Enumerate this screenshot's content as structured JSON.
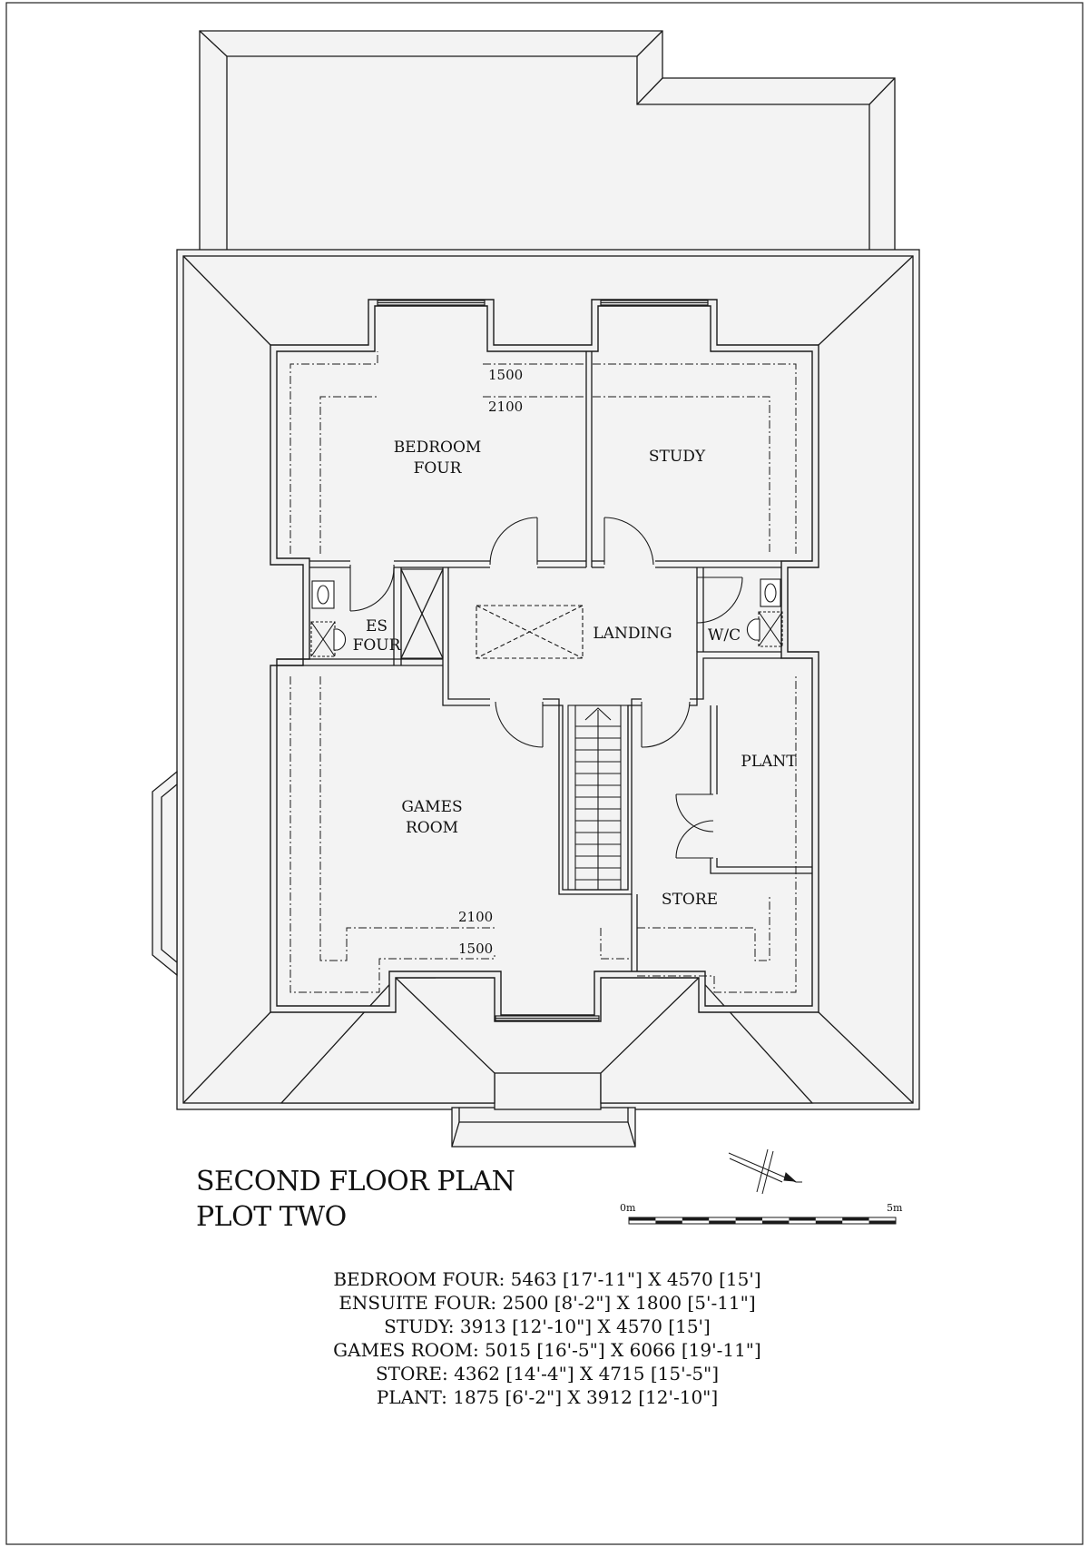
{
  "plan": {
    "title_line1": "SECOND FLOOR PLAN",
    "title_line2": "PLOT TWO"
  },
  "rooms": {
    "bedroom_four_line1": "BEDROOM",
    "bedroom_four_line2": "FOUR",
    "study": "STUDY",
    "ensuite_line1": "ES",
    "ensuite_line2": "FOUR",
    "landing": "LANDING",
    "wc": "W/C",
    "plant": "PLANT",
    "games_room_line1": "GAMES",
    "games_room_line2": "ROOM",
    "store": "STORE"
  },
  "height_lines": {
    "top_1500": "1500",
    "top_2100": "2100",
    "bottom_2100": "2100",
    "bottom_1500": "1500"
  },
  "scale_bar": {
    "start_label": "0m",
    "end_label": "5m"
  },
  "schedule": [
    "BEDROOM FOUR: 5463 [17'-11\"] X 4570 [15']",
    "ENSUITE FOUR: 2500 [8'-2\"] X 1800 [5'-11\"]",
    "STUDY: 3913 [12'-10\"] X 4570 [15']",
    "GAMES ROOM: 5015 [16'-5\"] X 6066 [19'-11\"]",
    "STORE: 4362 [14'-4\"] X 4715 [15'-5\"]",
    "PLANT: 1875 [6'-2\"] X 3912 [12'-10\"]"
  ],
  "colors": {
    "line": "#1a1a1a",
    "fill": "#f3f3f3",
    "paper": "#ffffff"
  }
}
